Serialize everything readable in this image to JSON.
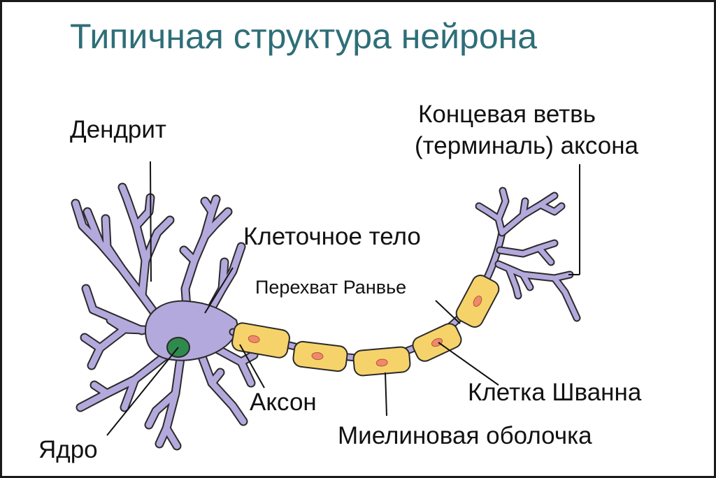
{
  "title": "Типичная структура нейрона",
  "labels": {
    "dendrite": "Дендрит",
    "terminal_line1": "Концевая ветвь",
    "terminal_line2": "(терминаль) аксона",
    "cell_body": "Клеточное тело",
    "node_ranvier": "Перехват Ранвье",
    "axon": "Аксон",
    "schwann_cell": "Клетка Шванна",
    "nucleus": "Ядро",
    "myelin_sheath": "Миелиновая оболочка"
  },
  "colors": {
    "title": "#2e6e78",
    "neuron": "#b4a9dc",
    "outline": "#2a2a2a",
    "myelin": "#f6d36a",
    "schwann_nucleus": "#ee8a6a",
    "nucleus": "#2f8a4e"
  }
}
